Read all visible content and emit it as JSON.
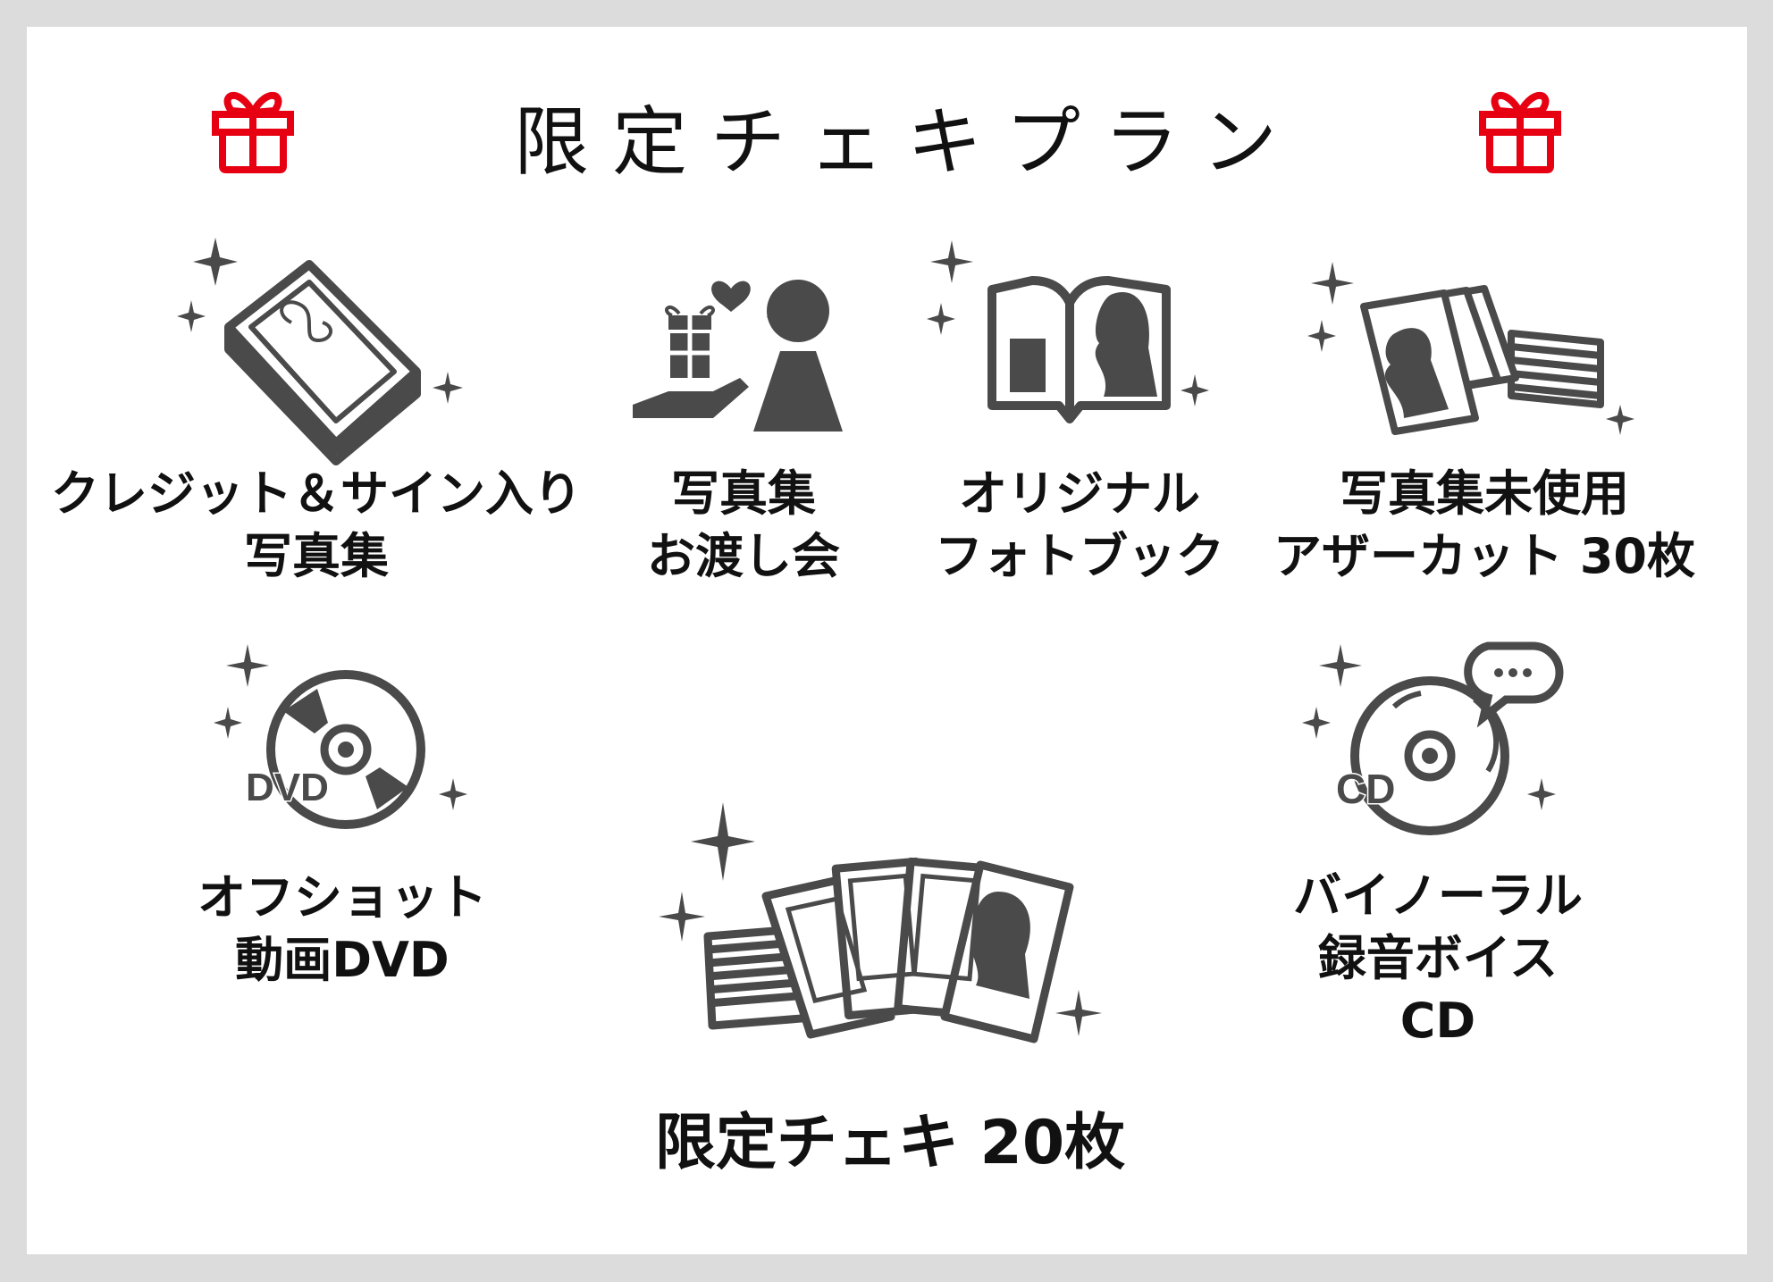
{
  "title": "限定チェキプラン",
  "colors": {
    "accent": "#e60012",
    "icon": "#4a4a4a",
    "frame": "#dcdcdc"
  },
  "items": [
    {
      "icon": "signed-photobook-icon",
      "lines": [
        "クレジット＆サイン入り",
        "写真集"
      ]
    },
    {
      "icon": "gift-handover-icon",
      "lines": [
        "写真集",
        "お渡し会"
      ]
    },
    {
      "icon": "open-photobook-icon",
      "lines": [
        "オリジナル",
        "フォトブック"
      ]
    },
    {
      "icon": "photo-cards-icon",
      "lines": [
        "写真集未使用",
        "アザーカット 30枚"
      ]
    },
    {
      "icon": "dvd-icon",
      "lines": [
        "オフショット",
        "動画DVD"
      ]
    },
    {
      "icon": "voice-cd-icon",
      "lines": [
        "バイノーラル",
        "録音ボイス",
        "CD"
      ]
    }
  ],
  "main_item": {
    "icon": "cheki-cards-icon",
    "label": "限定チェキ 20枚"
  }
}
